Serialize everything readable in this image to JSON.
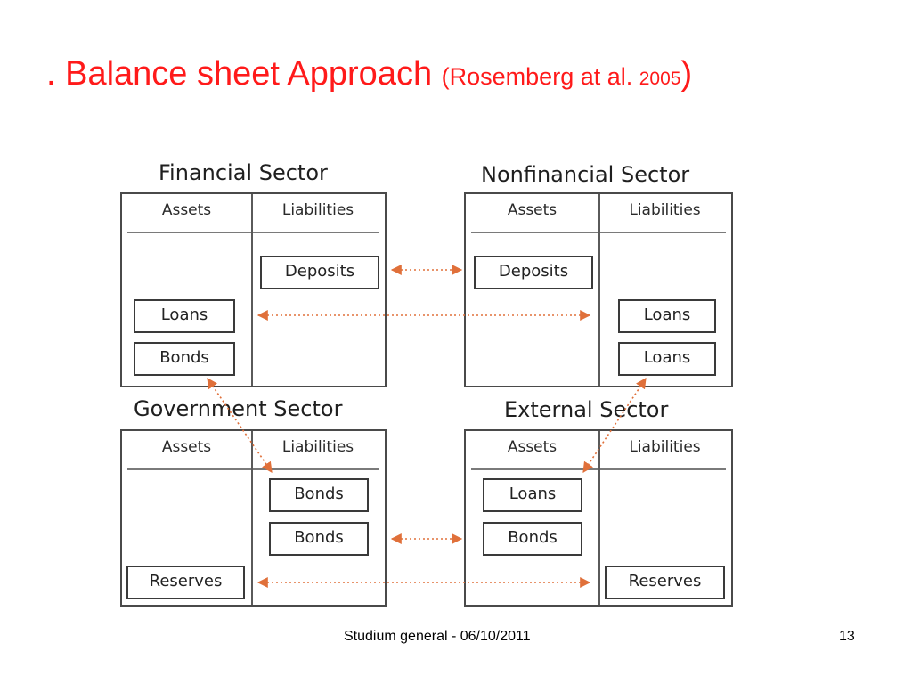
{
  "title": {
    "main": ". Balance sheet Approach",
    "citation_open": "(Rosemberg at al. ",
    "citation_year": "2005",
    "citation_close": ")"
  },
  "sectors": {
    "financial": {
      "name": "Financial Sector",
      "assets_label": "Assets",
      "liabilities_label": "Liabilities",
      "liability_items": [
        "Deposits"
      ],
      "asset_items": [
        "Loans",
        "Bonds"
      ]
    },
    "nonfinancial": {
      "name": "Nonfinancial Sector",
      "assets_label": "Assets",
      "liabilities_label": "Liabilities",
      "asset_items": [
        "Deposits"
      ],
      "liability_items": [
        "Loans",
        "Loans"
      ]
    },
    "government": {
      "name": "Government Sector",
      "assets_label": "Assets",
      "liabilities_label": "Liabilities",
      "liability_items": [
        "Bonds",
        "Bonds"
      ],
      "asset_items": [
        "Reserves"
      ]
    },
    "external": {
      "name": "External Sector",
      "assets_label": "Assets",
      "liabilities_label": "Liabilities",
      "asset_items": [
        "Loans",
        "Bonds"
      ],
      "liability_items": [
        "Reserves"
      ]
    }
  },
  "colors": {
    "title": "#ff1a1a",
    "arrow": "#e0703a",
    "box_border": "#3a3a3a"
  },
  "footer": {
    "text": "Studium general - 06/10/2011",
    "page_number": "13"
  }
}
